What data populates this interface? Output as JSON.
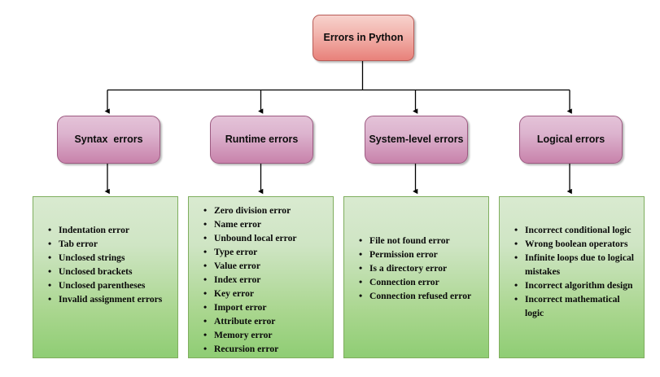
{
  "diagram": {
    "title": "Errors in Python",
    "type": "hierarchy-tree",
    "colors": {
      "root_fill_top": "#f7d2cd",
      "root_fill_bottom": "#e8817a",
      "root_border": "#b85c57",
      "category_fill_top": "#e4c3d8",
      "category_fill_bottom": "#c882ab",
      "category_border": "#9d5a81",
      "panel_fill_top": "#d9ead0",
      "panel_fill_bottom": "#8fcd74",
      "panel_border": "#7fae5e",
      "connector": "#000000"
    },
    "root": {
      "label": "Errors in Python"
    },
    "categories": [
      {
        "label": "Syntax  errors",
        "items": [
          "Indentation error",
          "Tab error",
          "Unclosed strings",
          "Unclosed brackets",
          "Unclosed parentheses",
          "Invalid assignment errors"
        ]
      },
      {
        "label": "Runtime errors",
        "items": [
          "Zero division error",
          "Name error",
          "Unbound local error",
          "Type error",
          "Value error",
          "Index error",
          "Key error",
          "Import error",
          "Attribute error",
          "Memory error",
          "Recursion error"
        ]
      },
      {
        "label": "System-level errors",
        "items": [
          "File not found error",
          "Permission error",
          "Is a directory error",
          "Connection error",
          "Connection refused error"
        ]
      },
      {
        "label": "Logical errors",
        "items": [
          "Incorrect conditional logic",
          "Wrong boolean operators",
          "Infinite loops due to logical mistakes",
          "Incorrect algorithm design",
          "Incorrect mathematical logic"
        ]
      }
    ]
  }
}
